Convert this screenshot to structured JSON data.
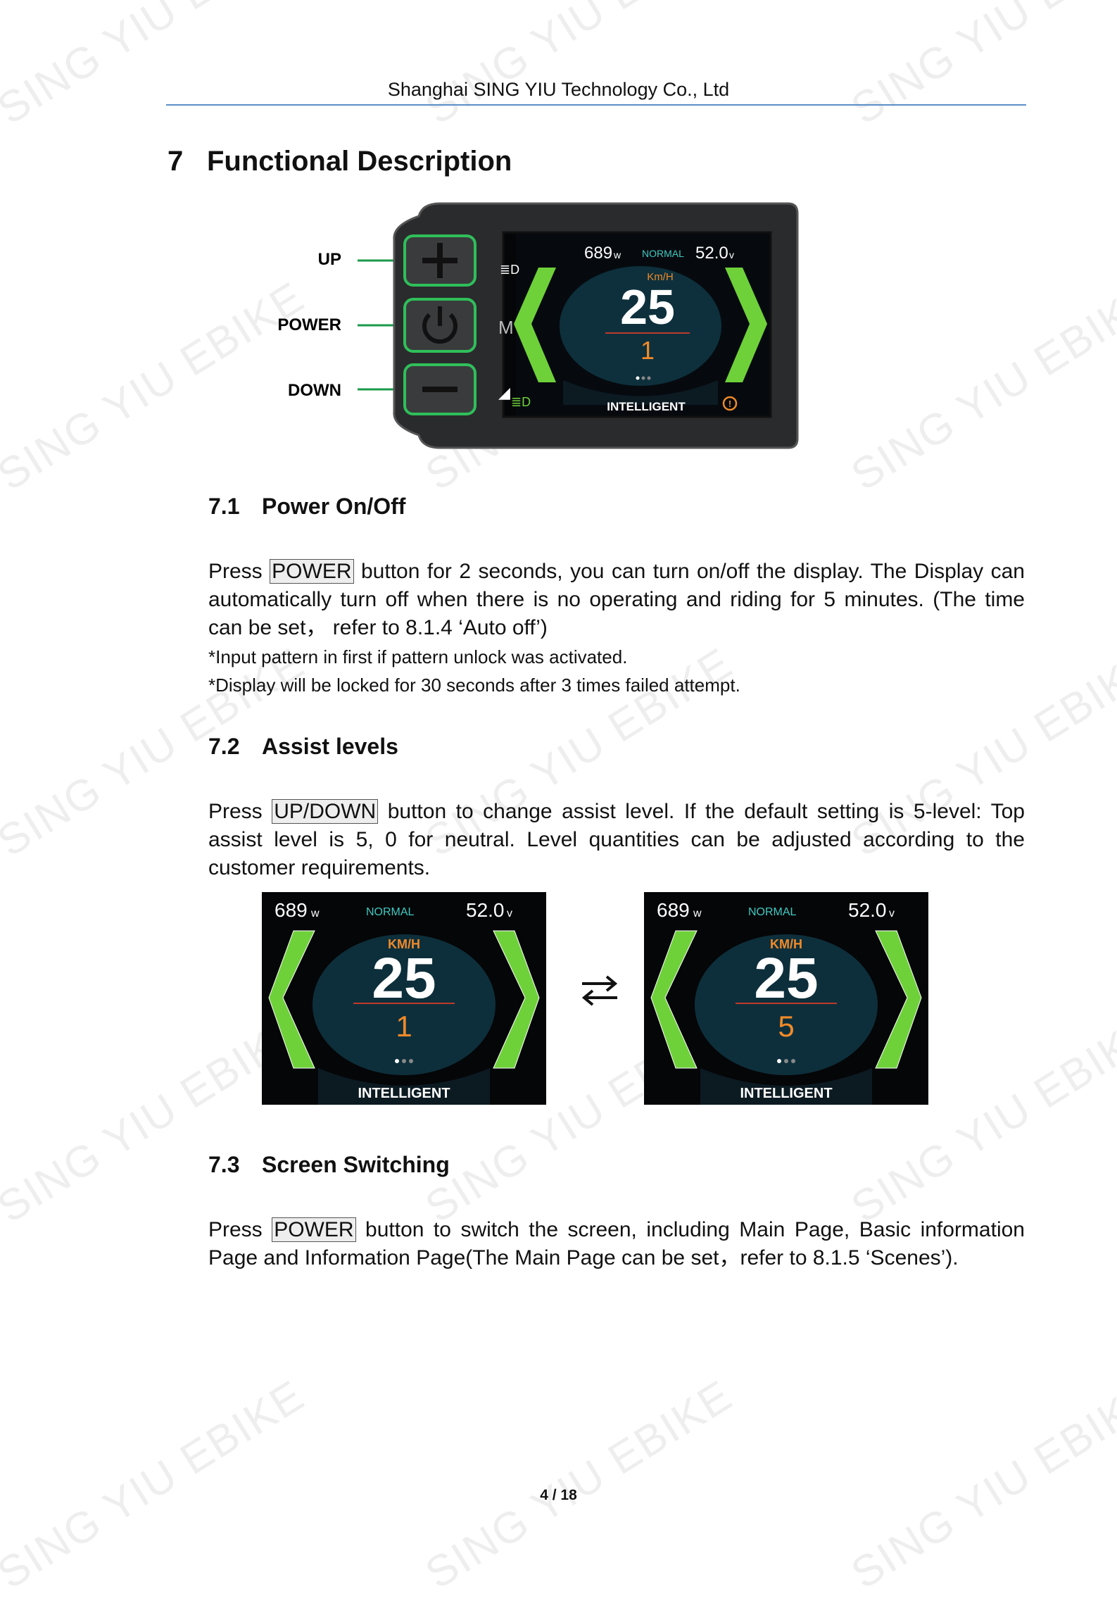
{
  "watermark": "SING YIU EBIKE",
  "header": "Shanghai SING YIU Technology Co., Ltd",
  "section": {
    "num": "7",
    "title": "Functional Description"
  },
  "device": {
    "labels": {
      "up": "UP",
      "power": "POWER",
      "down": "DOWN"
    },
    "screen": {
      "power": "689",
      "power_unit": "w",
      "mode": "NORMAL",
      "voltage": "52.0",
      "voltage_unit": "v",
      "speed_unit": "Km/H",
      "speed": "25",
      "level": "1",
      "m_label": "M",
      "footer": "INTELLIGENT"
    }
  },
  "s71": {
    "num": "7.1",
    "title": "Power On/Off",
    "p1": "Press ",
    "key": "POWER",
    "p2": " button for 2 seconds, you can turn on/off the display. The Display can automatically turn off when there is no operating and riding for 5 minutes. (The time can be set， refer to 8.1.4 ‘Auto off’)",
    "note1": "*Input pattern in first if pattern unlock was activated.",
    "note2": "*Display will be locked for 30 seconds after 3 times failed attempt."
  },
  "s72": {
    "num": "7.2",
    "title": "Assist levels",
    "p1": "Press ",
    "key": "UP/DOWN",
    "p2": " button to change assist level. If the default setting is 5-level: Top assist level is 5, 0 for neutral. Level quantities can be adjusted according to the customer requirements.",
    "screen_left": {
      "power": "689",
      "power_unit": "w",
      "mode": "NORMAL",
      "voltage": "52.0",
      "voltage_unit": "v",
      "speed_unit": "KM/H",
      "speed": "25",
      "level": "1",
      "footer": "INTELLIGENT"
    },
    "screen_right": {
      "power": "689",
      "power_unit": "w",
      "mode": "NORMAL",
      "voltage": "52.0",
      "voltage_unit": "v",
      "speed_unit": "KM/H",
      "speed": "25",
      "level": "5",
      "footer": "INTELLIGENT"
    }
  },
  "s73": {
    "num": "7.3",
    "title": "Screen Switching",
    "p1": "Press ",
    "key": "POWER",
    "p2": " button to switch the screen, including Main Page, Basic information Page and Information Page(The Main Page can be set，refer to 8.1.5 ‘Scenes’)."
  },
  "page": "4 / 18",
  "colors": {
    "green": "#6fd13a",
    "teal": "#3fc9c0",
    "orange": "#f08a2a",
    "accent_line": "#5b8fc9"
  }
}
